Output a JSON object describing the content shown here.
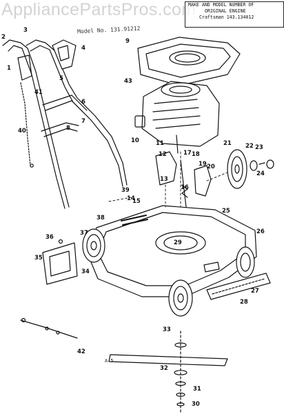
{
  "watermark": "AppliancePartsPros.com",
  "header": {
    "line1": "MAKE AND MODEL NUMBER OF",
    "line2": "ORIGINAL ENGINE",
    "line3": "Craftsman  143.134012"
  },
  "model_label": "Model No. 131.91212",
  "footer_label": "A-5",
  "colors": {
    "ink": "#111111",
    "watermark": "#969696",
    "paper": "#ffffff"
  },
  "callouts": [
    "1",
    "2",
    "3",
    "4",
    "5",
    "6",
    "7",
    "8",
    "9",
    "10",
    "11",
    "12",
    "13",
    "14",
    "15",
    "16",
    "17",
    "18",
    "19",
    "20",
    "21",
    "22",
    "23",
    "24",
    "25",
    "26",
    "27",
    "28",
    "29",
    "30",
    "31",
    "32",
    "33",
    "34",
    "35",
    "36",
    "37",
    "38",
    "39",
    "40",
    "41",
    "42",
    "43"
  ]
}
